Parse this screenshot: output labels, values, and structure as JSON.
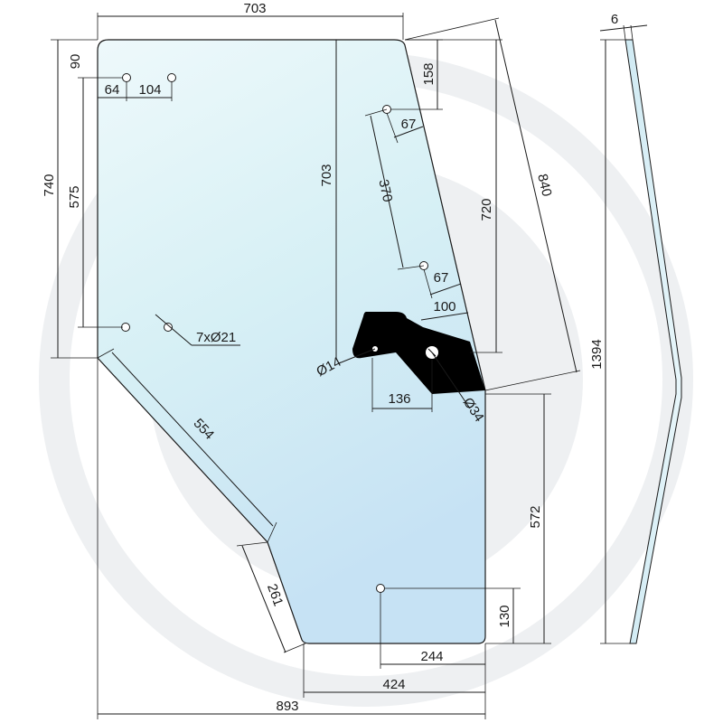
{
  "colors": {
    "glass_light": "#eef9fb",
    "glass_mid": "#d7f0f5",
    "glass_dark": "#c6e2f4",
    "watermark": "#eef0f2",
    "bracket": "#000000",
    "line": "#1a1a1a"
  },
  "icons": {
    "watermark": "circular-g-logo-watermark",
    "bracket": "black-hinge-bracket-icon"
  },
  "dimensions": {
    "top_width": "703",
    "top_offset_90": "90",
    "hole_64": "64",
    "hole_104": "104",
    "right_158": "158",
    "hole_67_top": "67",
    "diag_370": "370",
    "inner_703": "703",
    "right_720": "720",
    "diag_840": "840",
    "hole_67_mid": "67",
    "bracket_100": "100",
    "left_740": "740",
    "left_575": "575",
    "holes_label": "7xØ21",
    "dia_14": "Ø14",
    "bracket_136": "136",
    "dia_34": "Ø34",
    "edge_554": "554",
    "edge_261": "261",
    "right_572": "572",
    "bottom_130": "130",
    "bottom_244": "244",
    "bottom_424": "424",
    "bottom_893": "893",
    "thickness_6": "6",
    "height_1394": "1394"
  }
}
